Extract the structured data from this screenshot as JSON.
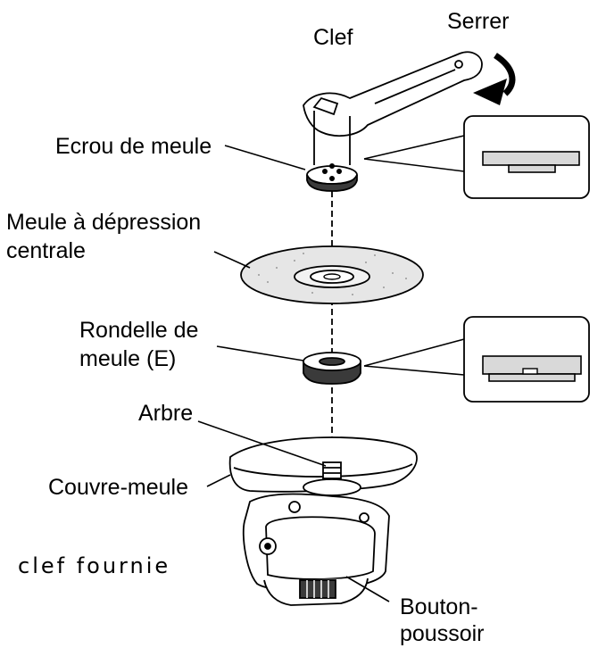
{
  "labels": {
    "wrench": "Clef",
    "tighten": "Serrer",
    "wheel_nut": "Ecrou de meule",
    "wheel_line1": "Meule à dépression",
    "wheel_line2": "centrale",
    "washer_line1": "Rondelle de",
    "washer_line2": "meule (E)",
    "spindle": "Arbre",
    "guard": "Couvre-meule",
    "supplied_wrench": "clef fournie",
    "button_line1": "Bouton-",
    "button_line2": "poussoir"
  },
  "colors": {
    "line": "#000000",
    "wheel_fill": "#e6e6e6",
    "part_fill": "#ffffff",
    "dark_fill": "#3a3a3a",
    "inset_fill": "#d9d9d9"
  }
}
